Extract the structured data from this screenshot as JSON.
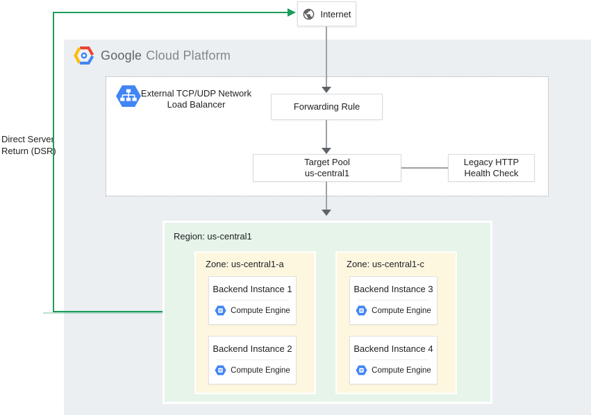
{
  "internet": {
    "label": "Internet"
  },
  "dsr": {
    "line1": "Direct Server",
    "line2": "Return (DSR)"
  },
  "header": {
    "brand": "Google",
    "brand_suffix": "Cloud Platform"
  },
  "load_balancer": {
    "line1": "External TCP/UDP Network",
    "line2": "Load Balancer"
  },
  "forwarding_rule": {
    "label": "Forwarding Rule"
  },
  "target_pool": {
    "line1": "Target Pool",
    "line2": "us-central1"
  },
  "health_check": {
    "line1": "Legacy HTTP",
    "line2": "Health Check"
  },
  "region": {
    "label": "Region: us-central1"
  },
  "zones": [
    {
      "label": "Zone: us-central1-a",
      "instances": [
        {
          "title": "Backend Instance 1",
          "product": "Compute Engine"
        },
        {
          "title": "Backend Instance 2",
          "product": "Compute Engine"
        }
      ]
    },
    {
      "label": "Zone: us-central1-c",
      "instances": [
        {
          "title": "Backend Instance 3",
          "product": "Compute Engine"
        },
        {
          "title": "Backend Instance 4",
          "product": "Compute Engine"
        }
      ]
    }
  ],
  "icons": {
    "internet": "globe-icon",
    "gcp_logo": "gcp-hexagon-logo-icon",
    "load_balancer": "load-balancer-hexagon-icon",
    "compute_engine": "compute-engine-hexagon-icon",
    "dsr_arrow": "arrowhead-right-icon",
    "flow_arrow": "arrowhead-down-icon"
  },
  "colors": {
    "gcp_container_bg": "#eceff1",
    "region_bg": "#e6f4ea",
    "zone_bg": "#fef7e0",
    "accent_green": "#1a9c5a",
    "google_blue": "#4285f4",
    "logo_red": "#ea4335",
    "logo_yellow": "#fbbc04",
    "connector_gray": "#9aa0a6",
    "arrow_dark": "#5f6368",
    "border_gray": "#dadce0",
    "text_dark": "#202124",
    "brand_gray": "#5f6368"
  }
}
